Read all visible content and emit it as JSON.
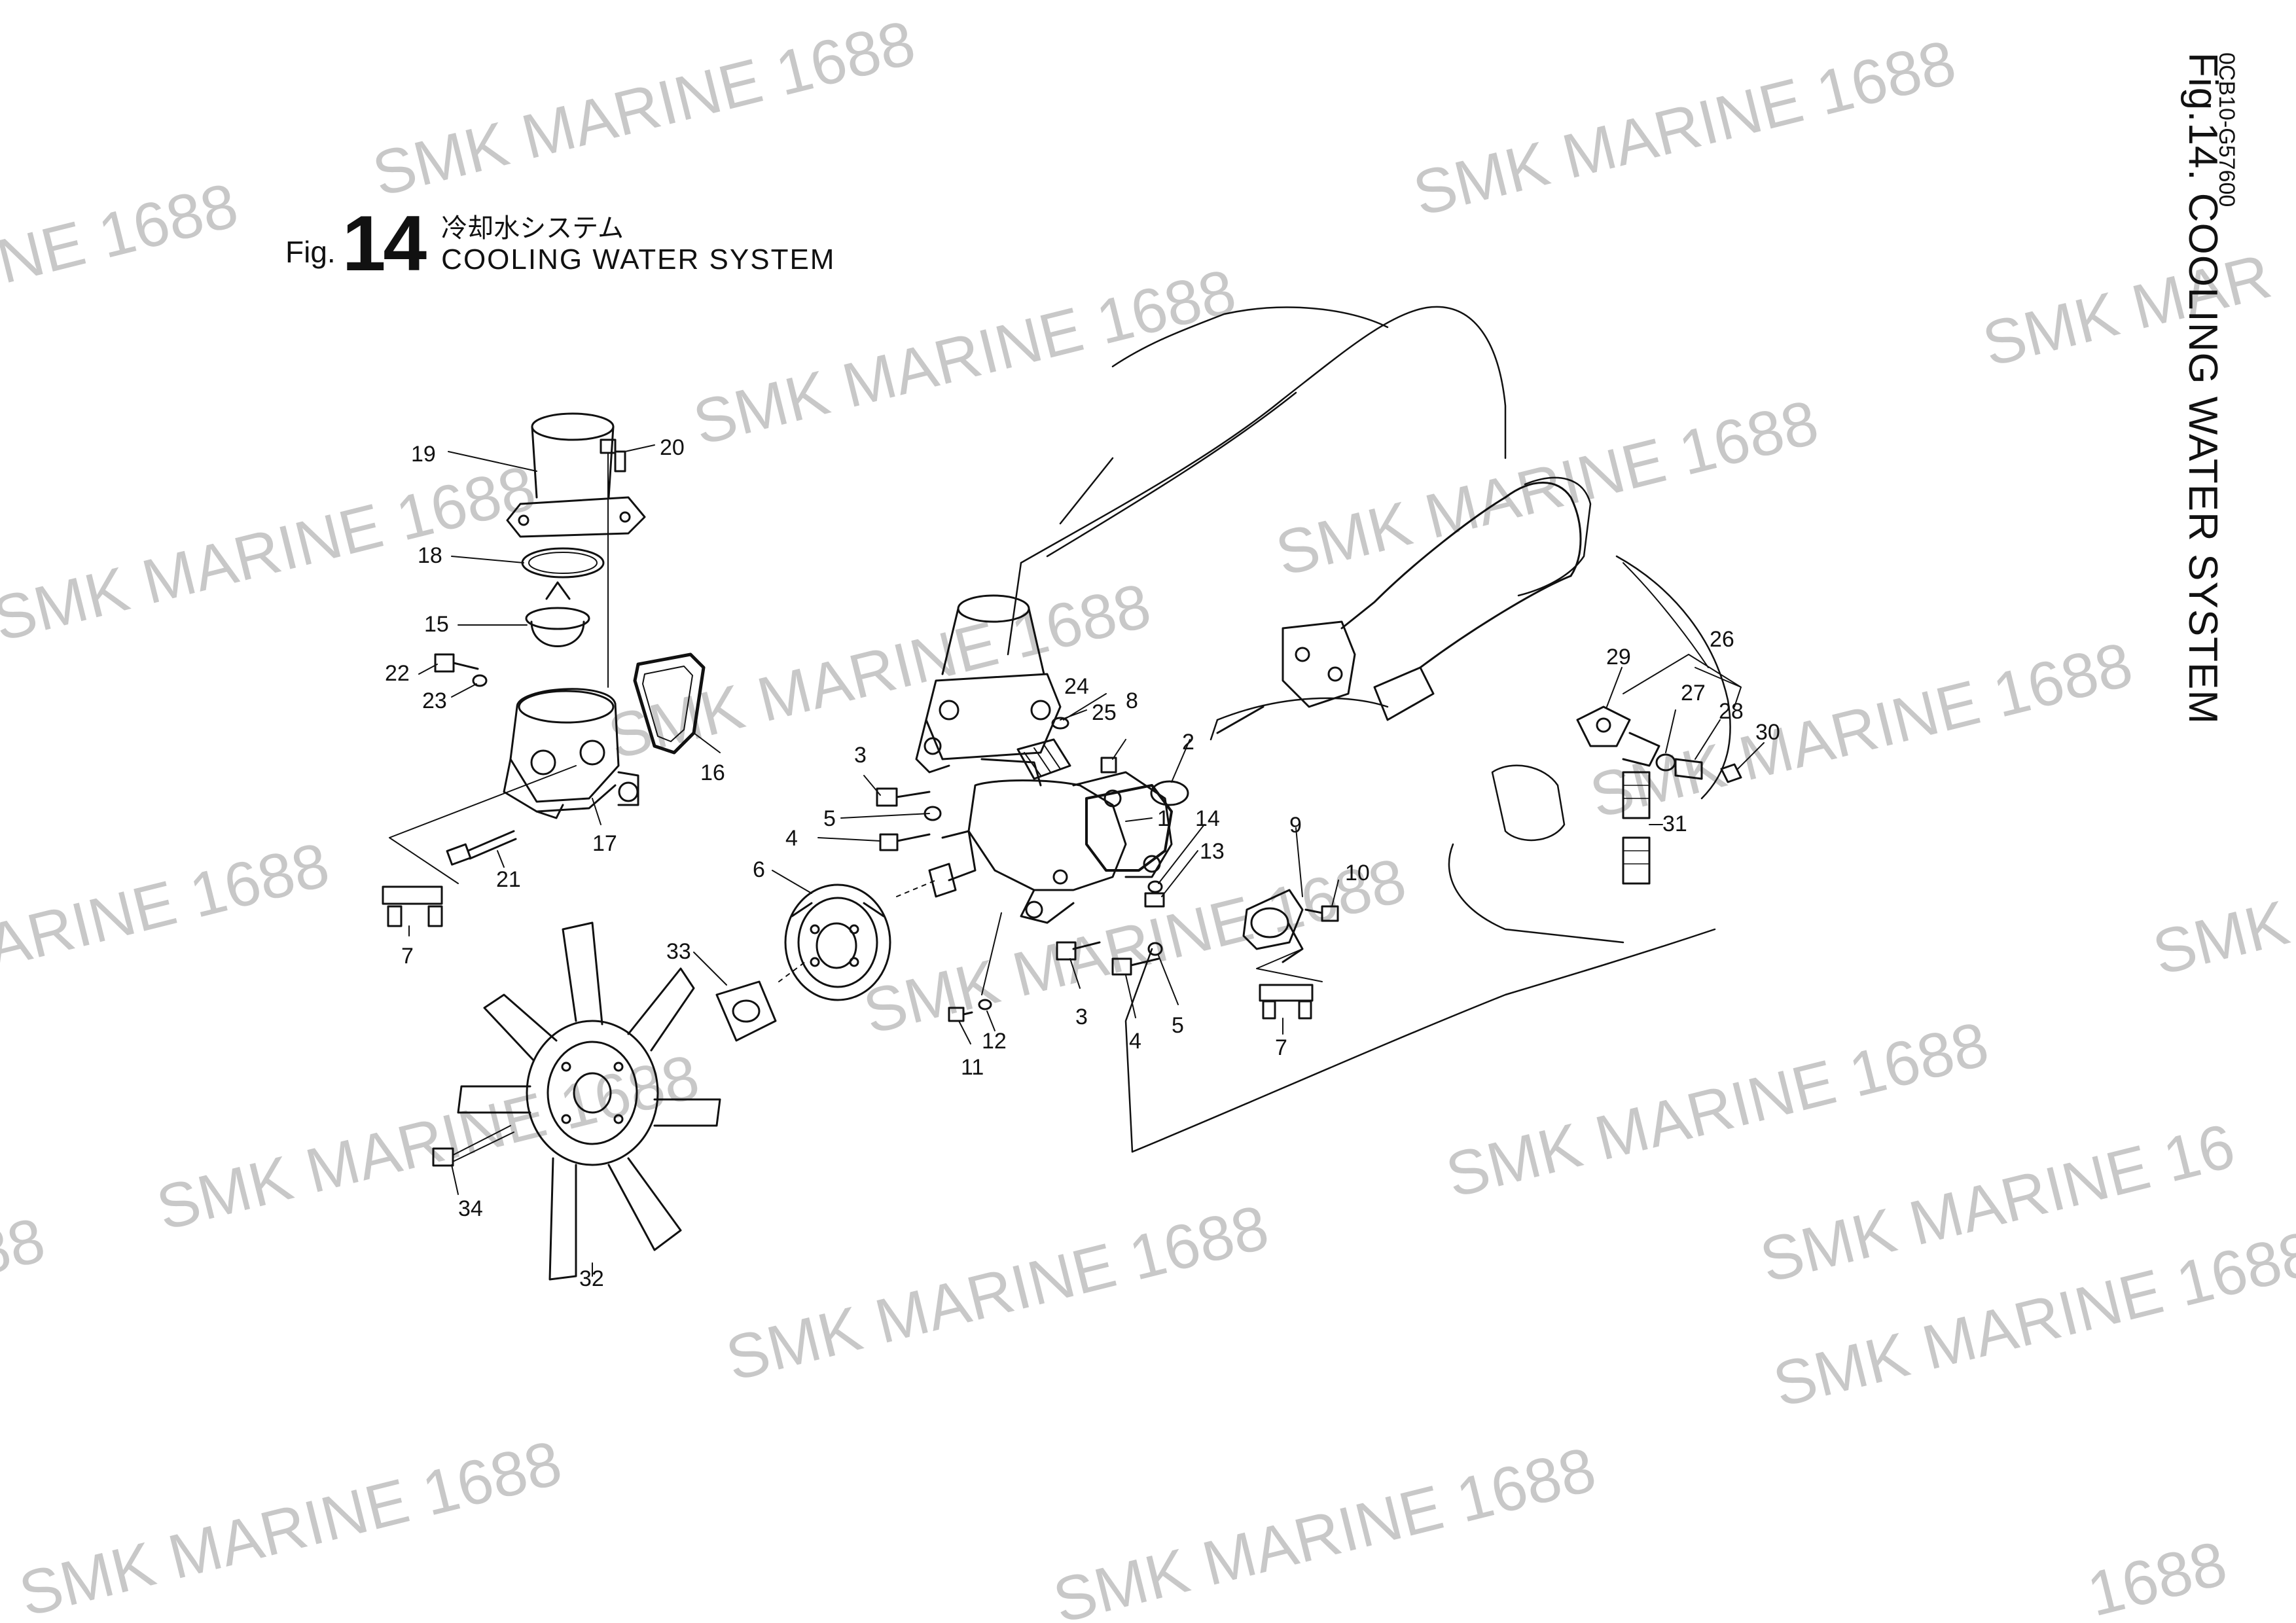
{
  "header": {
    "fig_word": "Fig.",
    "fig_number": "14",
    "title_jp": "冷却水システム",
    "title_en": "COOLING WATER SYSTEM"
  },
  "side": {
    "title": "Fig.14. COOLING WATER SYSTEM",
    "code": "0CB10-G57600"
  },
  "watermark": {
    "text_main": "SMK MARINE 1688",
    "fragments": [
      "INE 1688",
      "SMK MAR",
      "ARINE 1688",
      "SMK",
      "SMK MARINE 16",
      "1688",
      "88"
    ]
  },
  "callouts": [
    {
      "id": "1",
      "label": "1"
    },
    {
      "id": "2",
      "label": "2"
    },
    {
      "id": "3a",
      "label": "3"
    },
    {
      "id": "3b",
      "label": "3"
    },
    {
      "id": "4a",
      "label": "4"
    },
    {
      "id": "4b",
      "label": "4"
    },
    {
      "id": "5a",
      "label": "5"
    },
    {
      "id": "5b",
      "label": "5"
    },
    {
      "id": "6",
      "label": "6"
    },
    {
      "id": "7a",
      "label": "7"
    },
    {
      "id": "7b",
      "label": "7"
    },
    {
      "id": "8",
      "label": "8"
    },
    {
      "id": "9",
      "label": "9"
    },
    {
      "id": "10",
      "label": "10"
    },
    {
      "id": "11",
      "label": "11"
    },
    {
      "id": "12",
      "label": "12"
    },
    {
      "id": "13",
      "label": "13"
    },
    {
      "id": "14",
      "label": "14"
    },
    {
      "id": "15",
      "label": "15"
    },
    {
      "id": "16",
      "label": "16"
    },
    {
      "id": "17",
      "label": "17"
    },
    {
      "id": "18",
      "label": "18"
    },
    {
      "id": "19",
      "label": "19"
    },
    {
      "id": "20",
      "label": "20"
    },
    {
      "id": "21",
      "label": "21"
    },
    {
      "id": "22",
      "label": "22"
    },
    {
      "id": "23",
      "label": "23"
    },
    {
      "id": "24",
      "label": "24"
    },
    {
      "id": "25",
      "label": "25"
    },
    {
      "id": "26",
      "label": "26"
    },
    {
      "id": "27",
      "label": "27"
    },
    {
      "id": "28",
      "label": "28"
    },
    {
      "id": "29",
      "label": "29"
    },
    {
      "id": "30",
      "label": "30"
    },
    {
      "id": "31",
      "label": "31"
    },
    {
      "id": "32",
      "label": "32"
    },
    {
      "id": "33",
      "label": "33"
    },
    {
      "id": "34",
      "label": "34"
    }
  ],
  "colors": {
    "ink": "#111111",
    "watermark": "#c8c8c8",
    "background": "#ffffff"
  }
}
